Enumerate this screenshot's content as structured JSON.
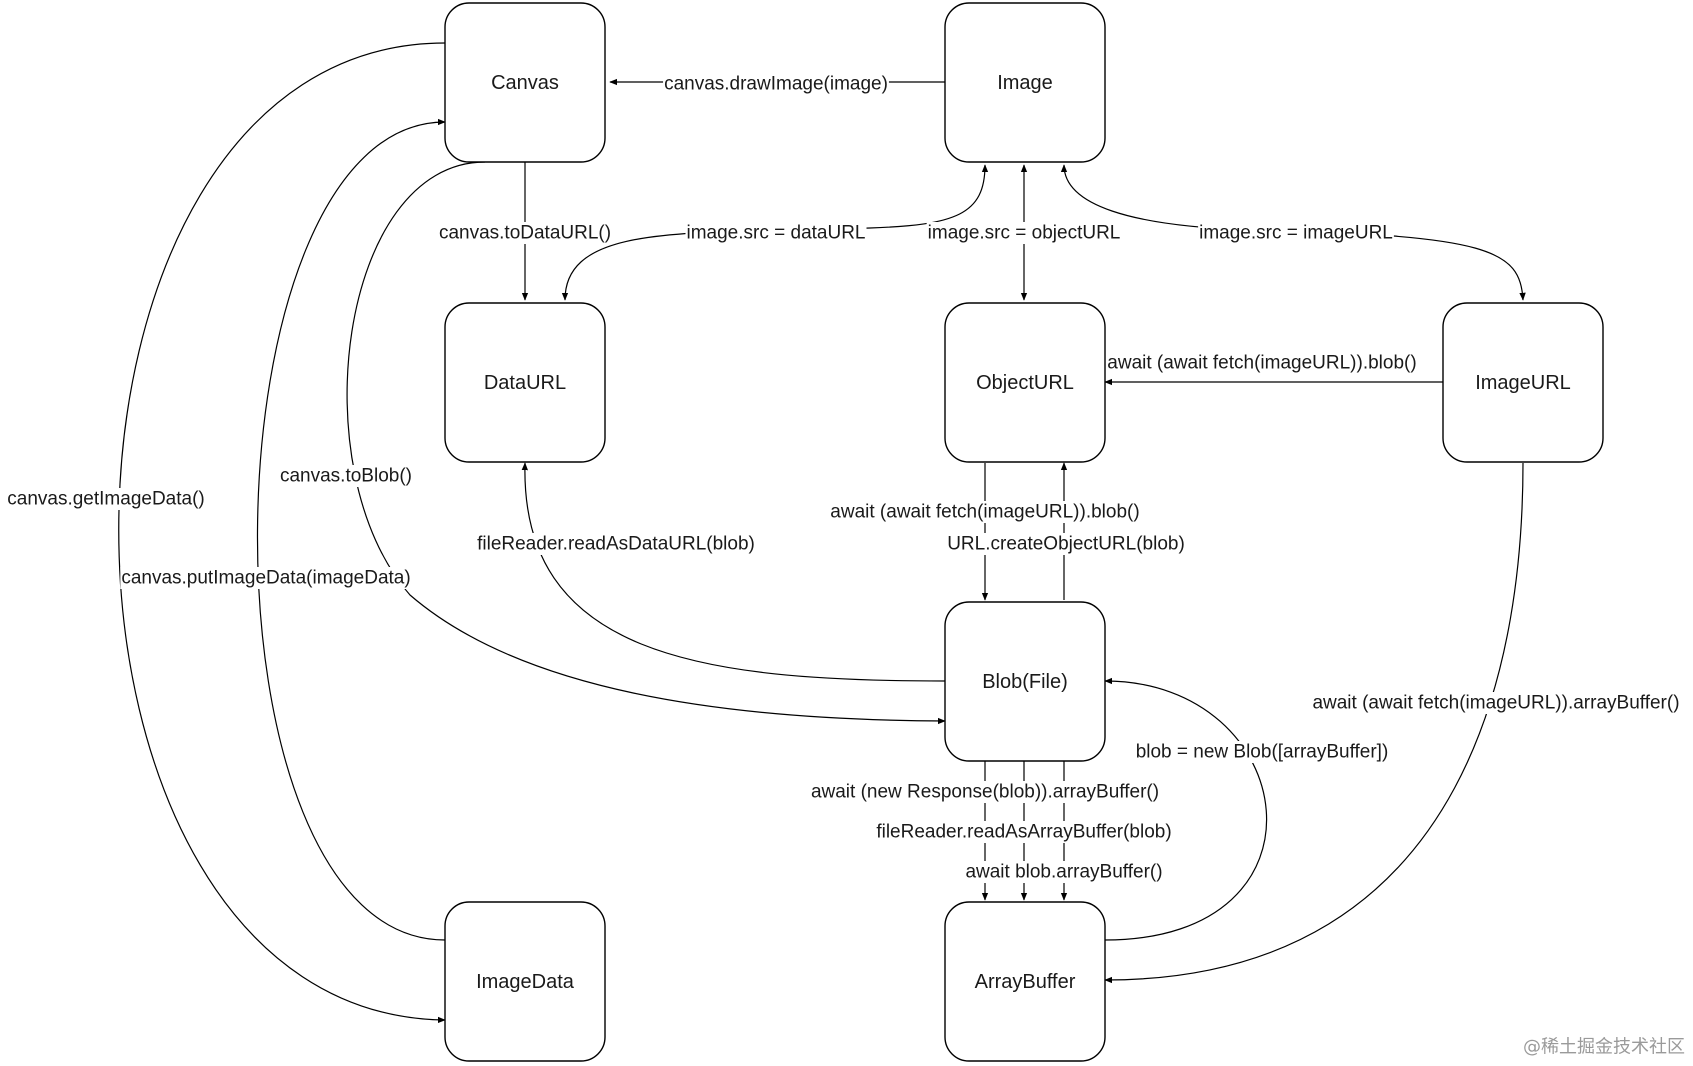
{
  "nodes": {
    "canvas": "Canvas",
    "image": "Image",
    "dataurl": "DataURL",
    "objecturl": "ObjectURL",
    "imageurl": "ImageURL",
    "blob": "Blob(File)",
    "imagedata": "ImageData",
    "arraybuffer": "ArrayBuffer"
  },
  "edges": {
    "drawImage": "canvas.drawImage(image)",
    "toDataURL": "canvas.toDataURL()",
    "srcDataURL": "image.src = dataURL",
    "srcObjectURL": "image.src = objectURL",
    "srcImageURL": "image.src = imageURL",
    "fetchBlobFromImageURL": "await (await fetch(imageURL)).blob()",
    "getImageData": "canvas.getImageData()",
    "toBlob": "canvas.toBlob()",
    "putImageData": "canvas.putImageData(imageData)",
    "readAsDataURL": "fileReader.readAsDataURL(blob)",
    "fetchBlobFromObjectURL": "await (await fetch(imageURL)).blob()",
    "createObjectURL": "URL.createObjectURL(blob)",
    "fetchArrayBuffer": "await (await fetch(imageURL)).arrayBuffer()",
    "newBlob": "blob = new Blob([arrayBuffer])",
    "responseArrayBuffer": "await (new Response(blob)).arrayBuffer()",
    "readAsArrayBuffer": "fileReader.readAsArrayBuffer(blob)",
    "blobArrayBuffer": "await blob.arrayBuffer()"
  },
  "watermark": "@稀土掘金技术社区"
}
